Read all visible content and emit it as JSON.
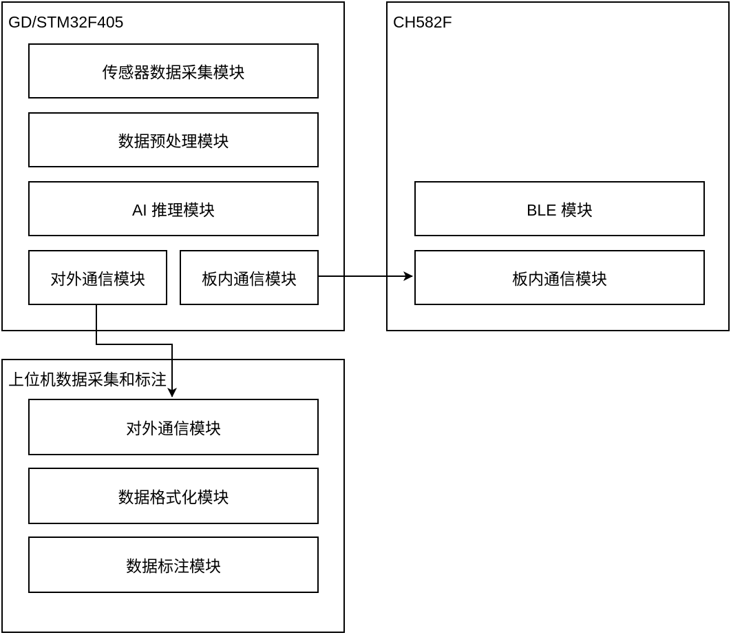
{
  "diagram": {
    "colors": {
      "stroke": "#000000",
      "fill": "#ffffff",
      "text": "#000000"
    },
    "containers": [
      {
        "title": "GD/STM32F405",
        "boxes": [
          {
            "label": "传感器数据采集模块"
          },
          {
            "label": "数据预处理模块"
          },
          {
            "label": "AI 推理模块"
          },
          {
            "label": "对外通信模块"
          },
          {
            "label": "板内通信模块"
          }
        ]
      },
      {
        "title": "CH582F",
        "boxes": [
          {
            "label": "BLE 模块"
          },
          {
            "label": "板内通信模块"
          }
        ]
      },
      {
        "title": "上位机数据采集和标注",
        "boxes": [
          {
            "label": "对外通信模块"
          },
          {
            "label": "数据格式化模块"
          },
          {
            "label": "数据标注模块"
          }
        ]
      }
    ],
    "edges": [
      {
        "from": "GD/STM32F405 板内通信模块",
        "to": "CH582F 板内通信模块",
        "type": "arrow"
      },
      {
        "from": "GD/STM32F405 对外通信模块",
        "to": "上位机数据采集和标注 对外通信模块",
        "type": "arrow"
      }
    ]
  }
}
